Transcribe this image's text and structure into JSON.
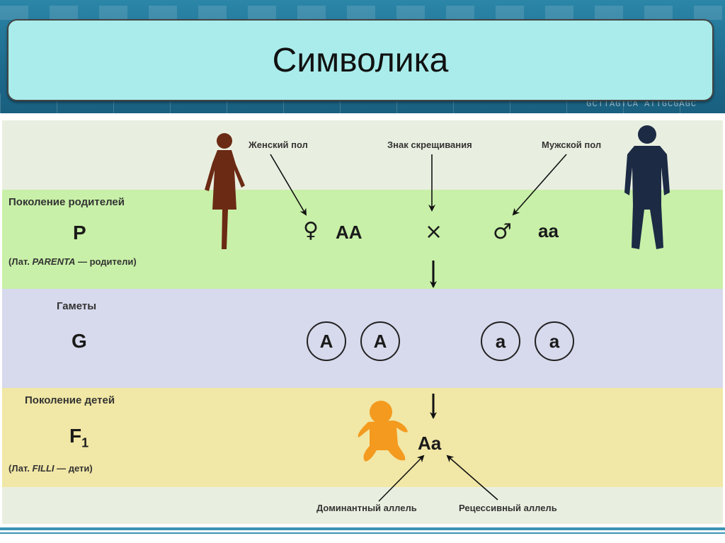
{
  "title": "Символика",
  "banner_sequence": "GCTTAGTCA   ATTGCGAGC",
  "rows": {
    "parents": {
      "label": "Поколение родителей",
      "symbol": "P",
      "note_prefix": "(Лат. ",
      "note_term": "PARENTA",
      "note_suffix": " — родители)"
    },
    "gametes": {
      "label": "Гаметы",
      "symbol": "G"
    },
    "children": {
      "label": "Поколение детей",
      "symbol": "F",
      "symbol_sub": "1",
      "note_prefix": "(Лат. ",
      "note_term": "FILLI",
      "note_suffix": " — дети)"
    }
  },
  "annotations": {
    "female": "Женский пол",
    "cross": "Знак скрещивания",
    "male": "Мужской пол",
    "dominant": "Доминантный аллель",
    "recessive": "Рецессивный аллель"
  },
  "cross": {
    "female_sign": "♀",
    "female_genotype": "AA",
    "cross_sign": "×",
    "male_sign": "♂",
    "male_genotype": "aa",
    "offspring_genotype": "Aa"
  },
  "gametes": [
    "A",
    "A",
    "a",
    "a"
  ],
  "colors": {
    "parents_band": "#c8f0a8",
    "gametes_band": "#d7d9ec",
    "children_band": "#f1e7a6",
    "title_box": "#a9eceb",
    "female_silhouette": "#6b2a14",
    "male_silhouette": "#1c2a44",
    "baby_silhouette": "#f39a1f"
  }
}
